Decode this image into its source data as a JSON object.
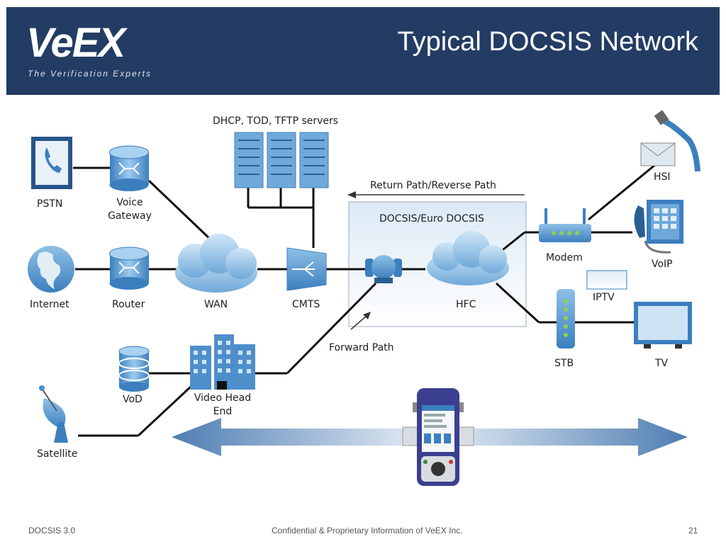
{
  "header": {
    "logo_text": "VeEX",
    "logo_tagline": "The Verification Experts",
    "title": "Typical DOCSIS Network"
  },
  "diagram": {
    "servers_label": "DHCP, TOD, TFTP servers",
    "return_path_label": "Return Path/Reverse Path",
    "docsis_box_label": "DOCSIS/Euro DOCSIS",
    "forward_path_label": "Forward Path",
    "nodes": {
      "pstn": "PSTN",
      "voice_gateway": "Voice\nGateway",
      "internet": "Internet",
      "router": "Router",
      "wan": "WAN",
      "cmts": "CMTS",
      "hfc": "HFC",
      "vod": "VoD",
      "video_head_end": "Video Head\nEnd",
      "satellite": "Satellite",
      "modem": "Modem",
      "hsi": "HSI",
      "voip": "VoIP",
      "iptv": "IPTV",
      "stb": "STB",
      "tv": "TV"
    }
  },
  "footer": {
    "left": "DOCSIS 3.0",
    "center": "Confidential & Proprietary Information of VeEX Inc.",
    "page": "21"
  }
}
